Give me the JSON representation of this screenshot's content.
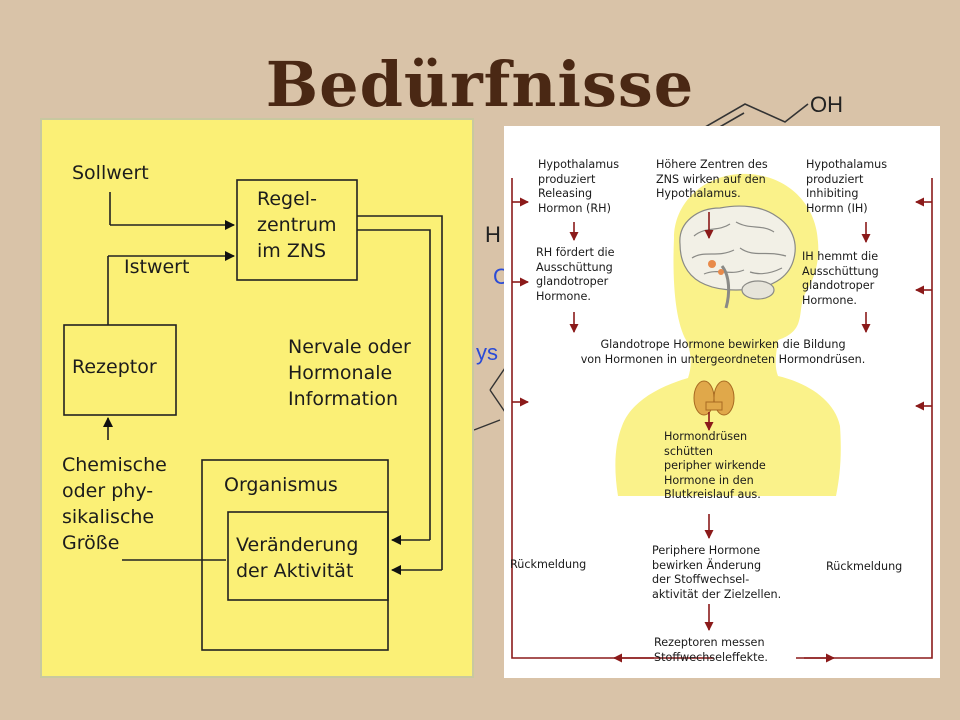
{
  "slide": {
    "title": "Bedürfnisse",
    "background_color": "#d9c3a8",
    "title_color": "#4a2814"
  },
  "background_fragments": {
    "oh": "OH",
    "h": "H",
    "c": "C",
    "ys": "ys"
  },
  "left_diagram": {
    "background_color": "#fbf076",
    "sollwert": "Sollwert",
    "istwert": "Istwert",
    "regelzentrum": [
      "Regel-",
      "zentrum",
      "im ZNS"
    ],
    "rezeptor": "Rezeptor",
    "information": [
      "Nervale oder",
      "Hormonale",
      "Information"
    ],
    "groesse": [
      "Chemische",
      "oder phy-",
      "sikalische",
      "Größe"
    ],
    "organismus": "Organismus",
    "veraenderung": [
      "Veränderung",
      "der Aktivität"
    ]
  },
  "right_diagram": {
    "arrow_color": "#8b1a1a",
    "silhouette_color": "#faf28a",
    "hypo_releasing": [
      "Hypothalamus",
      "produziert",
      "Releasing",
      "Hormon (RH)"
    ],
    "hoehere_zentren": [
      "Höhere Zentren des",
      "ZNS wirken auf den",
      "Hypothalamus."
    ],
    "hypo_inhibiting": [
      "Hypothalamus",
      "produziert",
      "Inhibiting",
      "Hormn (IH)"
    ],
    "rh_foerdert": [
      "RH fördert die",
      "Ausschüttung",
      "glandotroper",
      "Hormone."
    ],
    "ih_hemmt": [
      "IH hemmt die",
      "Ausschüttung",
      "glandotroper",
      "Hormone."
    ],
    "glandotrope": [
      "Glandotrope Hormone bewirken die Bildung",
      "von Hormonen in untergeordneten Hormondrüsen."
    ],
    "hormondruesen": [
      "Hormondrüsen",
      "schütten",
      "peripher wirkende",
      "Hormone in den",
      "Blutkreislauf aus."
    ],
    "rueckmeldung_left": "Rückmeldung",
    "rueckmeldung_right": "Rückmeldung",
    "periphere": [
      "Periphere Hormone",
      "bewirken Änderung",
      "der Stoffwechsel-",
      "aktivität der Zielzellen."
    ],
    "rezeptoren": [
      "Rezeptoren messen",
      "Stoffwechseleffekte."
    ]
  }
}
